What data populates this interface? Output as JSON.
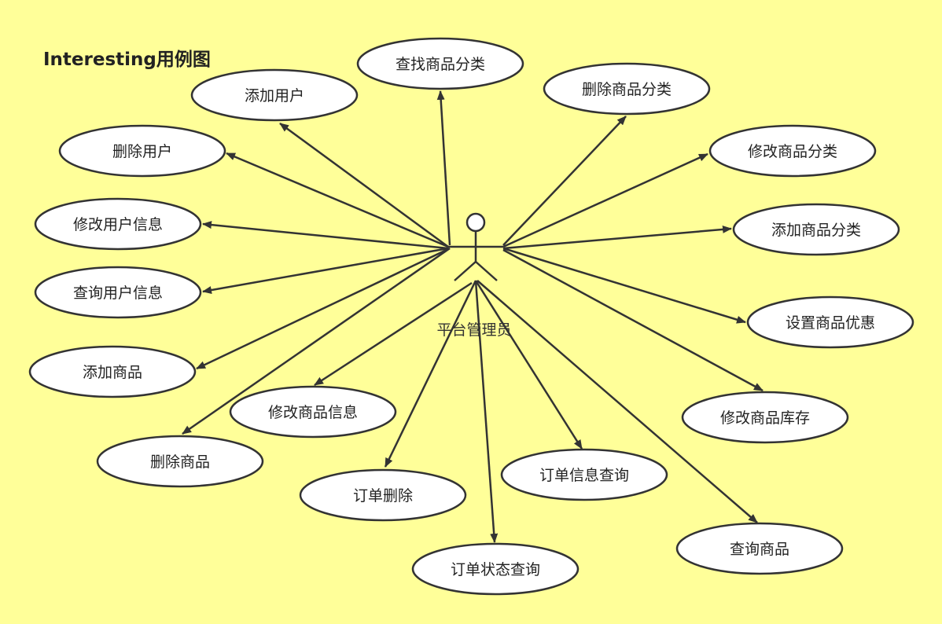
{
  "title": "Interesting用例图",
  "actor": {
    "label": "平台管理员"
  },
  "use_cases": [
    {
      "id": "add-user",
      "label": "添加用户"
    },
    {
      "id": "find-category",
      "label": "查找商品分类"
    },
    {
      "id": "delete-category",
      "label": "删除商品分类"
    },
    {
      "id": "delete-user",
      "label": "删除用户"
    },
    {
      "id": "edit-category",
      "label": "修改商品分类"
    },
    {
      "id": "edit-user-info",
      "label": "修改用户信息"
    },
    {
      "id": "add-category",
      "label": "添加商品分类"
    },
    {
      "id": "query-user-info",
      "label": "查询用户信息"
    },
    {
      "id": "set-discount",
      "label": "设置商品优惠"
    },
    {
      "id": "add-product",
      "label": "添加商品"
    },
    {
      "id": "edit-product-info",
      "label": "修改商品信息"
    },
    {
      "id": "edit-stock",
      "label": "修改商品库存"
    },
    {
      "id": "delete-product",
      "label": "删除商品"
    },
    {
      "id": "query-order-info",
      "label": "订单信息查询"
    },
    {
      "id": "delete-order",
      "label": "订单删除"
    },
    {
      "id": "query-product",
      "label": "查询商品"
    },
    {
      "id": "query-order-status",
      "label": "订单状态查询"
    }
  ],
  "colors": {
    "background": "#ffff99",
    "ellipse_fill": "#ffffff",
    "stroke": "#333333"
  }
}
